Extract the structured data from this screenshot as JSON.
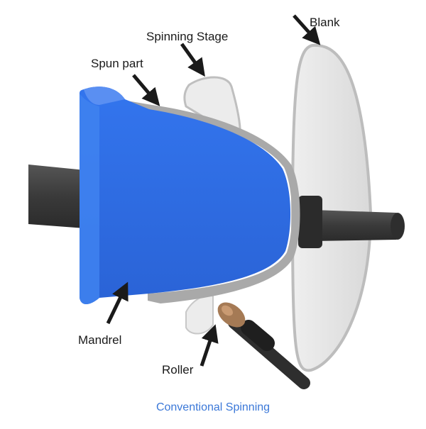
{
  "labels": {
    "blank": "Blank",
    "spinning_stage": "Spinning Stage",
    "spun_part": "Spun part",
    "mandrel": "Mandrel",
    "roller": "Roller"
  },
  "caption": "Conventional Spinning",
  "colors": {
    "mandrel": "#2f6ee8",
    "mandrel_highlight": "#5a8ff2",
    "spun_part": "#a9a9a9",
    "blank": "#e2e2e2",
    "blank_edge": "#bdbdbd",
    "shaft": "#3c3c3c",
    "roller_tip": "#a57a55",
    "caption": "#3b78d8"
  }
}
